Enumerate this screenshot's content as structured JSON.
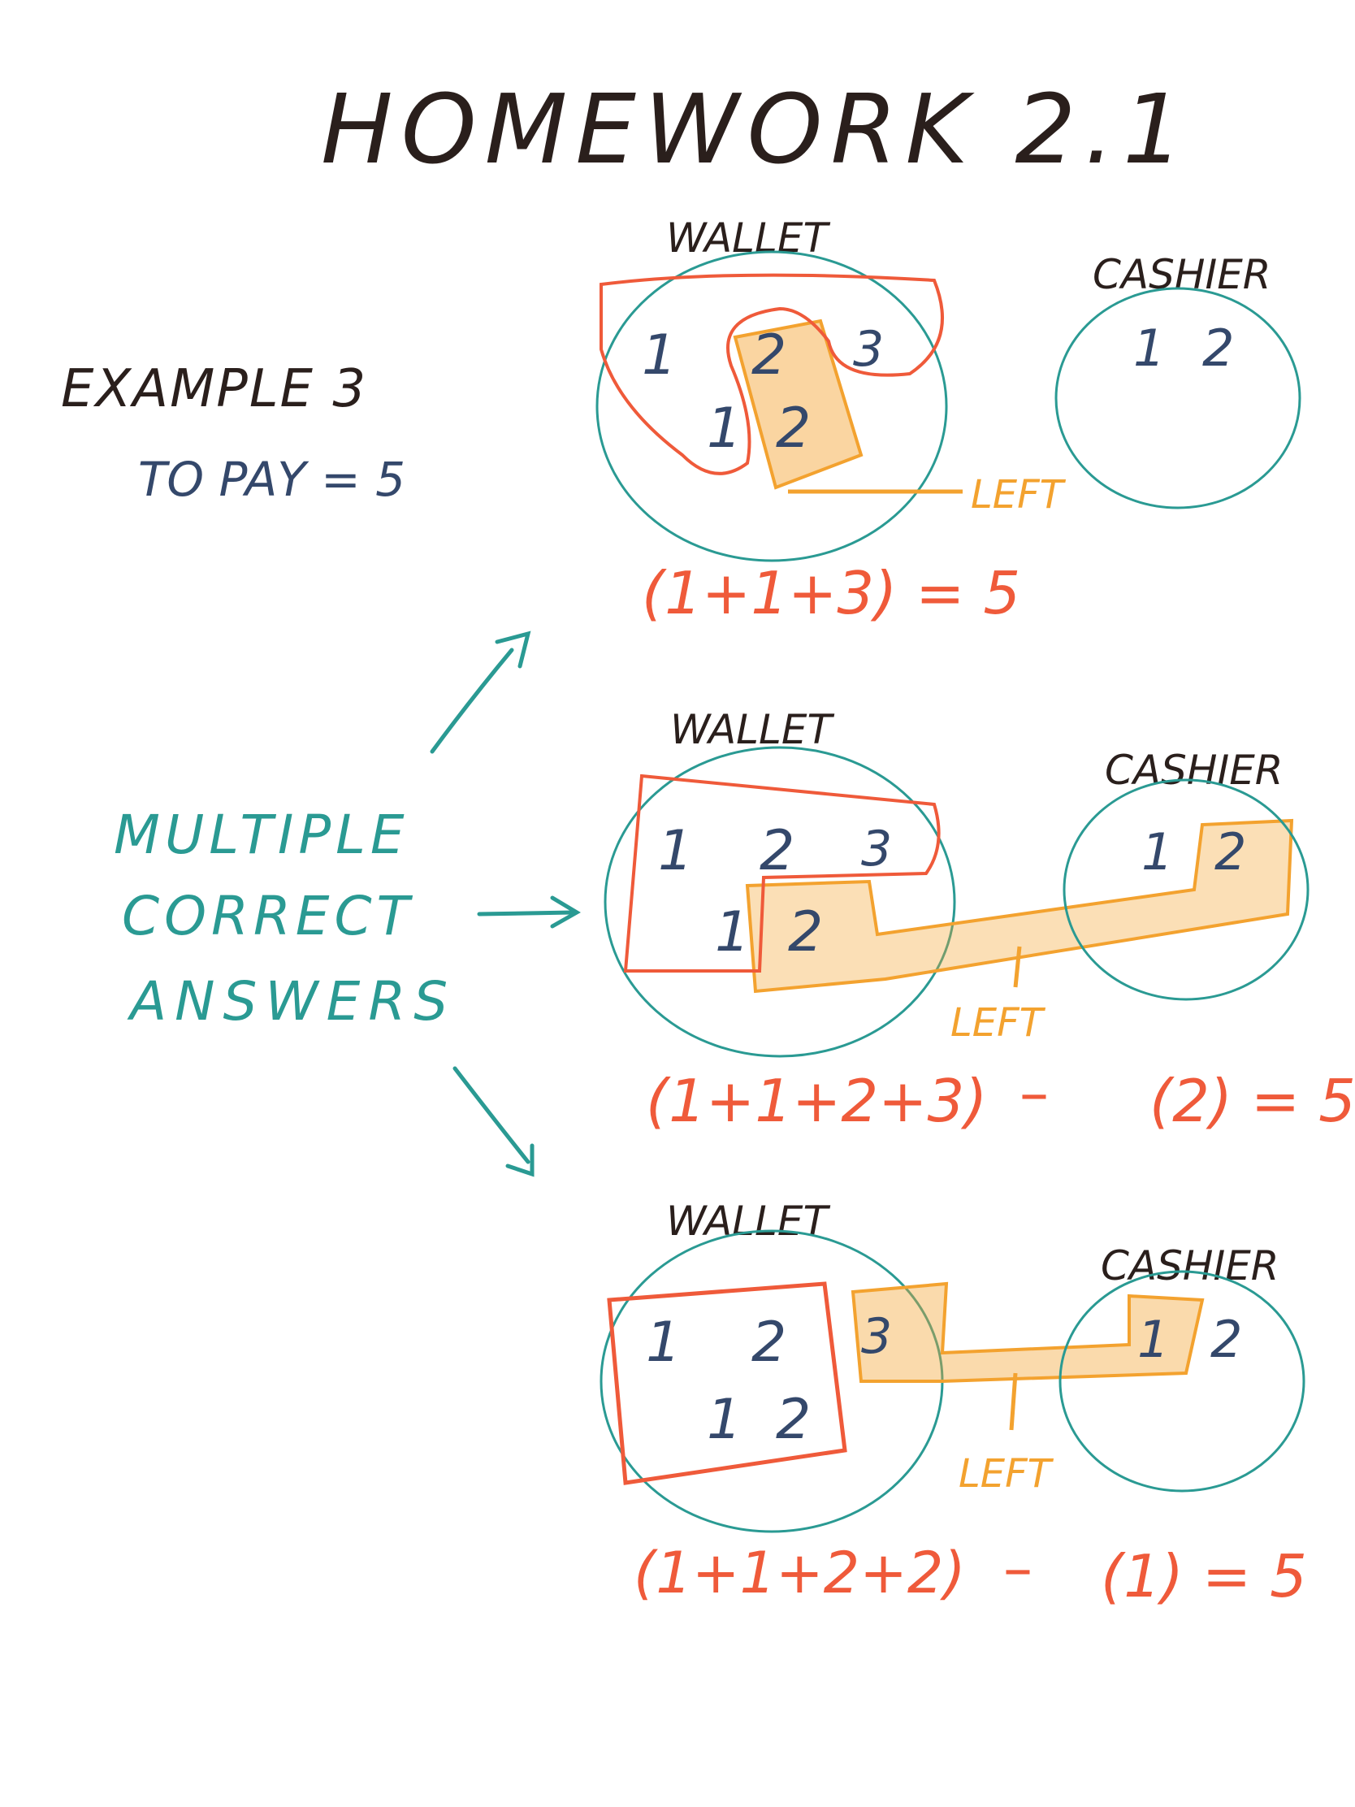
{
  "title": "HOMEWORK 2.1",
  "example": {
    "label": "EXAMPLE 3",
    "to_pay": "TO PAY = 5"
  },
  "note": {
    "line1": "MULTIPLE",
    "line2": "CORRECT",
    "line3": "ANSWERS"
  },
  "scenarios": [
    {
      "wallet_label": "WALLET",
      "wallet_coins": [
        "1",
        "2",
        "3",
        "1",
        "2"
      ],
      "cashier_label": "CASHIER",
      "cashier_coins": [
        "1",
        "2"
      ],
      "left_label": "LEFT",
      "equation": "(1+1+3) = 5"
    },
    {
      "wallet_label": "WALLET",
      "wallet_coins": [
        "1",
        "2",
        "3",
        "1",
        "2"
      ],
      "cashier_label": "CASHIER",
      "cashier_coins": [
        "1",
        "2"
      ],
      "left_label": "LEFT",
      "equation_a": "(1+1+2+3)",
      "equation_minus": "–",
      "equation_b": "(2) = 5"
    },
    {
      "wallet_label": "WALLET",
      "wallet_coins": [
        "1",
        "2",
        "3",
        "1",
        "2"
      ],
      "cashier_label": "CASHIER",
      "cashier_coins": [
        "1",
        "2"
      ],
      "left_label": "LEFT",
      "equation_a": "(1+1+2+2)",
      "equation_minus": "–",
      "equation_b": "(1) = 5"
    }
  ],
  "colors": {
    "dark_ink": "#2a1f1c",
    "navy_ink": "#34486b",
    "teal_ink": "#2a9a93",
    "red_ink": "#ef5a3a",
    "orange_ink": "#f3a22f"
  }
}
